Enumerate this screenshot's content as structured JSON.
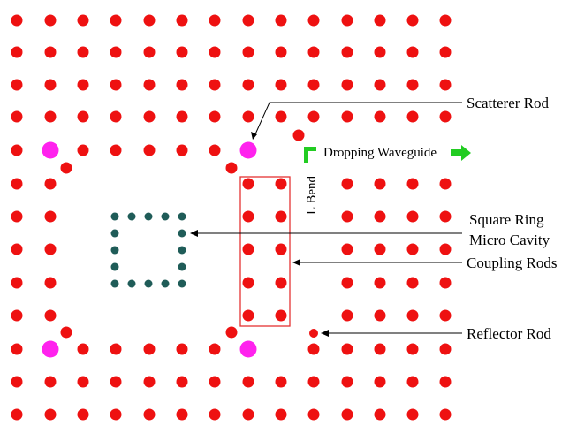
{
  "labels": {
    "scatterer_rod": "Scatterer Rod",
    "dropping_waveguide": "Dropping Waveguide",
    "l_bend": "L Bend",
    "square_ring_line1": "Square Ring",
    "square_ring_line2": "Micro Cavity",
    "coupling_rods": "Coupling Rods",
    "reflector_rod": "Reflector Rod"
  },
  "colors": {
    "rod": "#ee1111",
    "scatterer": "#ff22ee",
    "cavity_rod": "#1f5c58",
    "coupling_box": "#e53333",
    "arrow": "#22cc22",
    "pointer": "#000000"
  }
}
